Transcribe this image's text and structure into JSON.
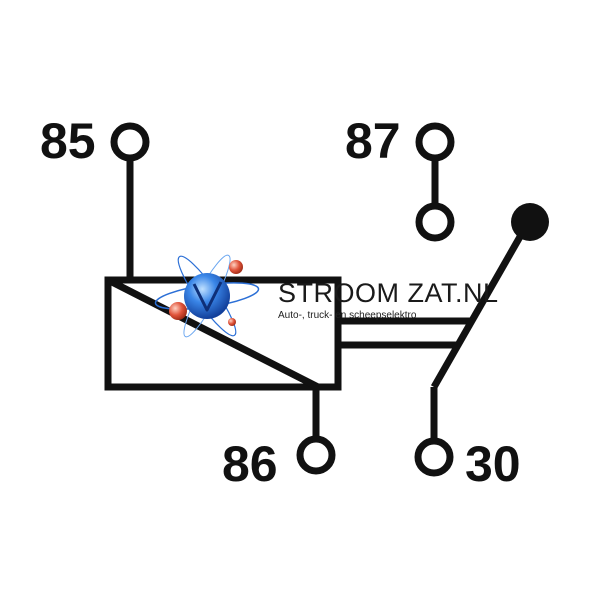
{
  "pins": {
    "p85": "85",
    "p87": "87",
    "p86": "86",
    "p30": "30"
  },
  "watermark": {
    "title": "STROOM ZAT.NL",
    "subtitle": "Auto-, truck- en scheepselektro"
  },
  "colors": {
    "ink": "#111111",
    "logo_blue": "#2b6fd6",
    "logo_red": "#e0533a"
  }
}
